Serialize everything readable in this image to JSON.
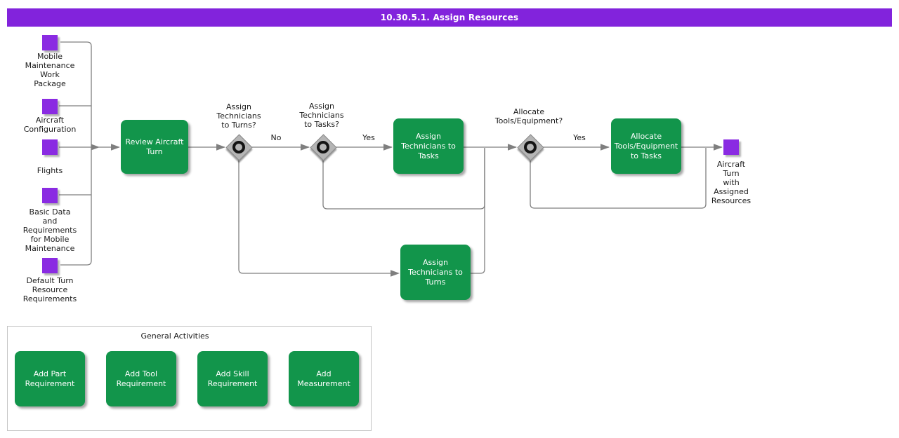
{
  "title": "10.30.5.1. Assign Resources",
  "colors": {
    "title_bar": "#8223DC",
    "artifact_purple": "#8A2BE2",
    "activity_green": "#12954B",
    "connector_gray": "#7F7F7F",
    "gateway_gray": "#B5B5B5"
  },
  "inputs": [
    {
      "label": "Mobile\nMaintenance\nWork\nPackage"
    },
    {
      "label": "Aircraft\nConfiguration"
    },
    {
      "label": "Flights"
    },
    {
      "label": "Basic Data\nand\nRequirements\nfor Mobile\nMaintenance"
    },
    {
      "label": "Default Turn\nResource\nRequirements"
    }
  ],
  "activities": {
    "review": "Review Aircraft\nTurn",
    "assign_tasks": "Assign\nTechnicians to\nTasks",
    "assign_turns": "Assign\nTechnicians to\nTurns",
    "allocate": "Allocate\nTools/Equipment\nto Tasks"
  },
  "decisions": {
    "turns": "Assign\nTechnicians\nto Turns?",
    "tasks": "Assign\nTechnicians\nto Tasks?",
    "tools": "Allocate\nTools/Equipment?"
  },
  "edge_labels": {
    "no": "No",
    "yes_tasks": "Yes",
    "yes_tools": "Yes"
  },
  "output": {
    "label": "Aircraft\nTurn\nwith\nAssigned\nResources"
  },
  "general": {
    "title": "General Activities",
    "items": [
      {
        "label": "Add Part\nRequirement"
      },
      {
        "label": "Add Tool\nRequirement"
      },
      {
        "label": "Add Skill\nRequirement"
      },
      {
        "label": "Add\nMeasurement"
      }
    ]
  }
}
